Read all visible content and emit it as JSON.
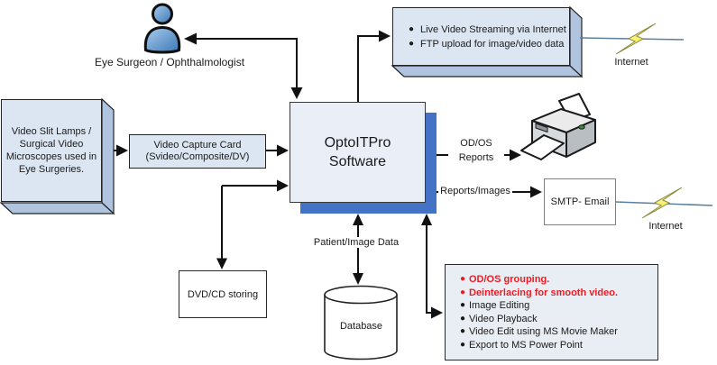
{
  "colors": {
    "box_fill_light": "#dce6f2",
    "software_fill": "#e9eef7",
    "software_shadow_blue": "#4472c4",
    "box_3d_side": "#b0c4e0",
    "feature_fill": "#e9edf4",
    "feature_highlight_red": "#ed1c24",
    "bolt_yellow": "#f6ea1e",
    "person_blue": "#4f90cd",
    "connector_black": "#111111",
    "connector_thin_blue": "#5b7f9e"
  },
  "surgeon": {
    "label": "Eye Surgeon / Ophthalmologist"
  },
  "source_box": {
    "lines": [
      "Video Slit Lamps /",
      "Surgical Video",
      "Microscopes used in",
      "Eye Surgeries."
    ]
  },
  "capture_box": {
    "lines": [
      "Video Capture Card",
      "(Svideo/Composite/DV)"
    ]
  },
  "software_box": {
    "lines": [
      "OptoITPro",
      "Software"
    ]
  },
  "streaming_box": {
    "bullet": "●",
    "items": [
      "Live Video Streaming via Internet",
      "FTP upload for image/video data"
    ]
  },
  "internet_top": {
    "label": "Internet"
  },
  "internet_bottom": {
    "label": "Internet"
  },
  "odos_flow": {
    "lines": [
      "OD/OS",
      "Reports"
    ]
  },
  "reports_flow": {
    "label": "Reports/Images"
  },
  "smtp_box": {
    "label": "SMTP- Email"
  },
  "dvd_box": {
    "label": "DVD/CD storing"
  },
  "patient_flow": {
    "label": "Patient/Image Data"
  },
  "database": {
    "label": "Database"
  },
  "features_box": {
    "bullet": "●",
    "items": [
      {
        "text": "OD/OS grouping.",
        "highlight": true
      },
      {
        "text": "Deinterlacing for smooth video.",
        "highlight": true
      },
      {
        "text": "Image Editing",
        "highlight": false
      },
      {
        "text": "Video Playback",
        "highlight": false
      },
      {
        "text": "Video Edit using MS Movie Maker",
        "highlight": false
      },
      {
        "text": "Export to MS Power Point",
        "highlight": false
      }
    ]
  }
}
